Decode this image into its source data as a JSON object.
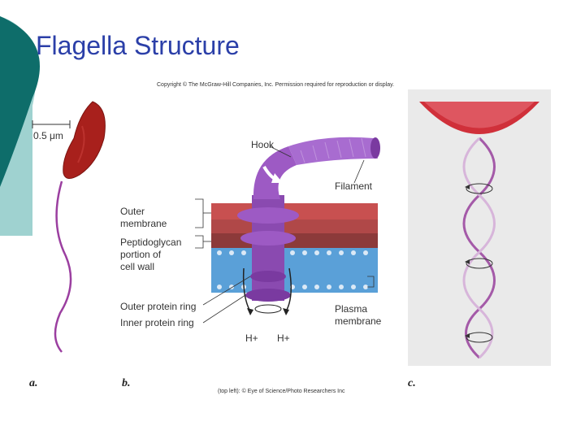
{
  "slide": {
    "title": "Flagella Structure"
  },
  "figure": {
    "copyright": "Copyright © The McGraw-Hill Companies, Inc. Permission required for reproduction or display.",
    "credit": "(top left): © Eye of Science/Photo Researchers Inc",
    "scale_bar": "0.5 μm",
    "panel_a": "a.",
    "panel_b": "b.",
    "panel_c": "c.",
    "labels": {
      "hook": "Hook",
      "filament": "Filament",
      "outer_membrane": "Outer\nmembrane",
      "peptidoglycan": "Peptidoglycan\nportion of\ncell wall",
      "outer_protein_ring": "Outer protein ring",
      "inner_protein_ring": "Inner protein ring",
      "plasma_membrane": "Plasma\nmembrane",
      "h_plus_1": "H+",
      "h_plus_2": "H+"
    }
  },
  "colors": {
    "title_blue": "#2b3fa8",
    "teal_dark": "#0e6d6a",
    "teal_light": "#9fd2d0",
    "bacterium_red": "#a8201c",
    "flagellum_purple": "#9b3fa0",
    "motor_purple": "#8a4ab0",
    "membrane_red": "#c85050",
    "membrane_blue": "#5aa0d8"
  }
}
